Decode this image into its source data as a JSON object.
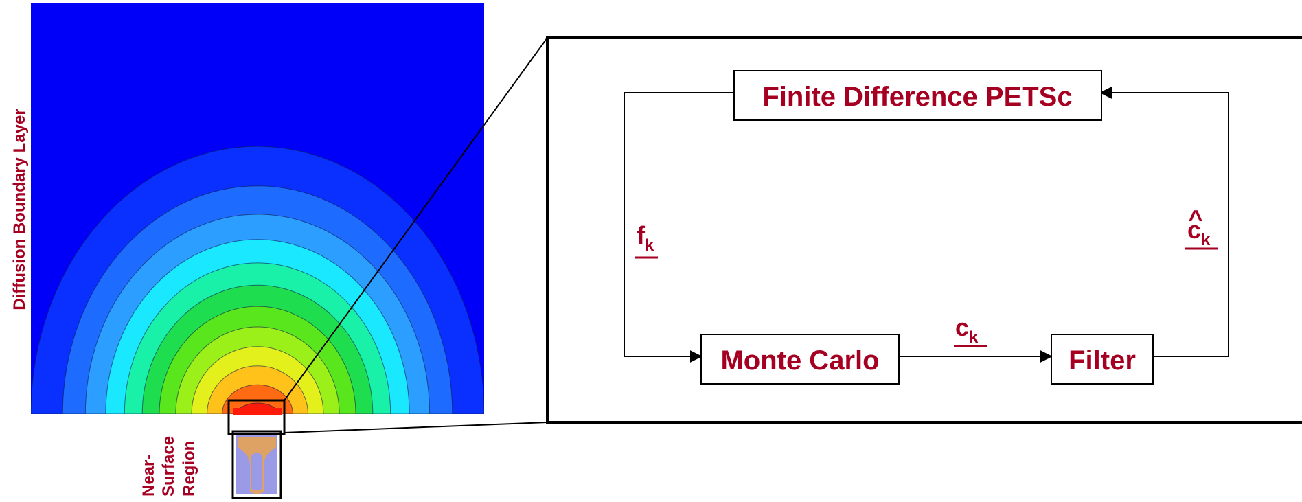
{
  "colors": {
    "label": "#a50021",
    "background_field": "#0000f8",
    "contours": [
      "#0a30ff",
      "#1e6cff",
      "#2c9eff",
      "#19e8ff",
      "#19f0a8",
      "#1ede50",
      "#5ae61c",
      "#9cf01a",
      "#e3f01c",
      "#ffc21a",
      "#ff6b12",
      "#ff1a0a"
    ],
    "particle_fill": "#9a9ae6",
    "particle_outline": "#e2a25e"
  },
  "left_panel": {
    "vertical_label": "Diffusion Boundary Layer",
    "region_label_lines": [
      "Near-",
      "Surface",
      "Region"
    ]
  },
  "flow": {
    "boxes": {
      "finite_difference": "Finite Difference PETSc",
      "monte_carlo": "Monte Carlo",
      "filter": "Filter"
    },
    "edge_labels": {
      "left": {
        "symbol": "f",
        "subscript": "k"
      },
      "middle": {
        "symbol": "c",
        "subscript": "k"
      },
      "right": {
        "hat": "^",
        "symbol": "c",
        "subscript": "k"
      }
    }
  }
}
